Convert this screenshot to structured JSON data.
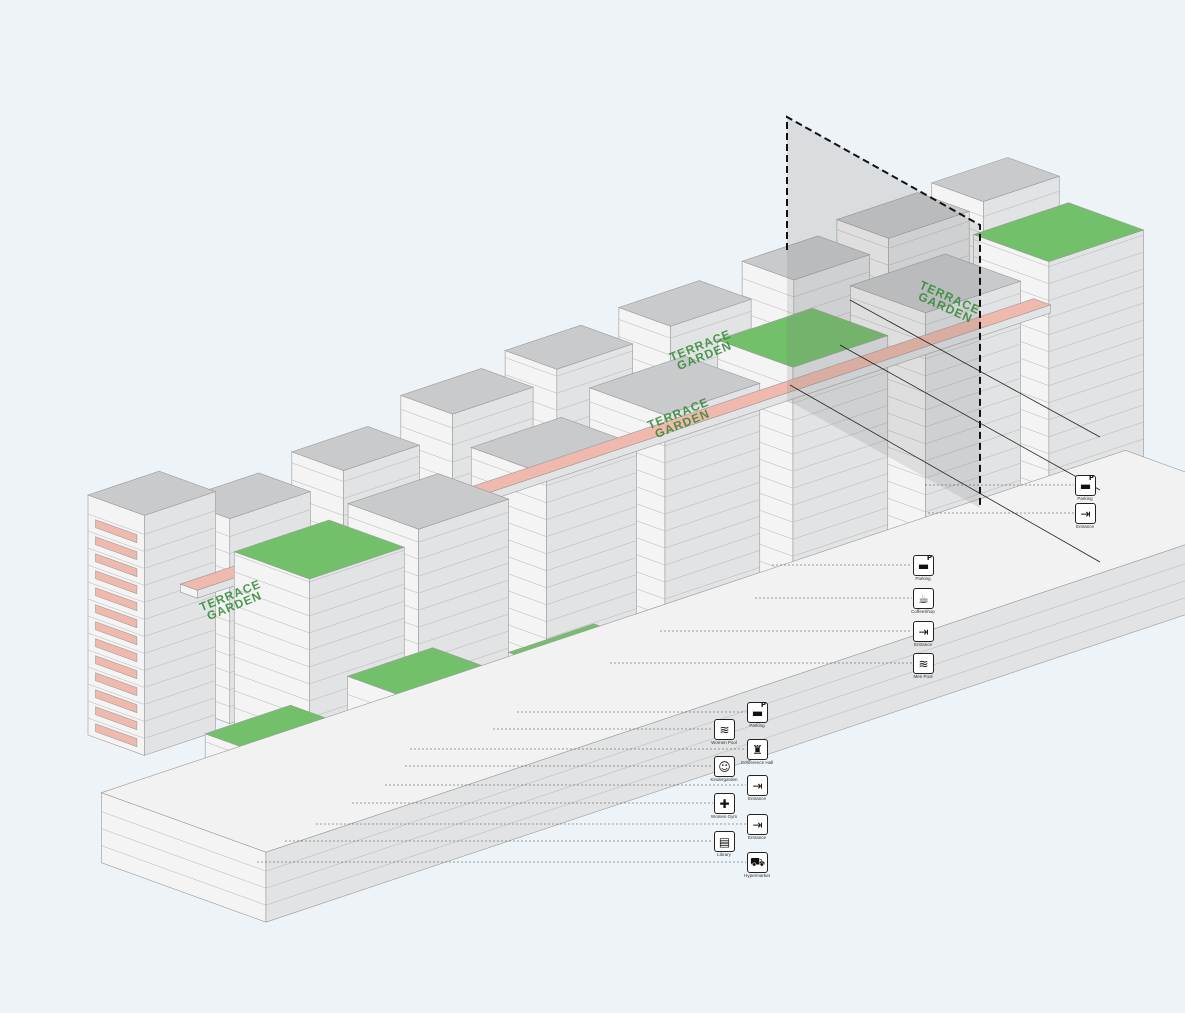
{
  "colors": {
    "background": "#eef3f7",
    "roof": "#c9cacb",
    "wall_left": "#f4f4f4",
    "wall_front": "#e2e3e4",
    "green": "#72c06a",
    "pink": "#f0b9ad"
  },
  "terrace_labels": [
    "TERRACE\nGARDEN",
    "TERRACE\nGARDEN",
    "TERRACE\nGARDEN",
    "TERRACE\nGARDEN"
  ],
  "legend": {
    "right": [
      {
        "label": "Parking",
        "icon": "parking-icon"
      },
      {
        "label": "Entrance",
        "icon": "entrance-icon"
      }
    ],
    "middle": [
      {
        "label": "Parking",
        "icon": "parking-icon"
      },
      {
        "label": "CoffeeShop",
        "icon": "coffee-icon"
      },
      {
        "label": "Entrance",
        "icon": "entrance-icon"
      },
      {
        "label": "Men Pool",
        "icon": "pool-icon"
      }
    ],
    "bottom": [
      {
        "label": "Parking",
        "icon": "parking-icon"
      },
      {
        "label": "Women Pool",
        "icon": "pool-icon"
      },
      {
        "label": "Conference Hall",
        "icon": "conference-icon"
      },
      {
        "label": "Kindergarden",
        "icon": "kindergarden-icon"
      },
      {
        "label": "Entrance",
        "icon": "entrance-icon"
      },
      {
        "label": "Women Gym",
        "icon": "gym-icon"
      },
      {
        "label": "Entrance",
        "icon": "entrance-icon"
      },
      {
        "label": "Library",
        "icon": "library-icon"
      },
      {
        "label": "Hypermarket",
        "icon": "cart-icon"
      }
    ]
  }
}
